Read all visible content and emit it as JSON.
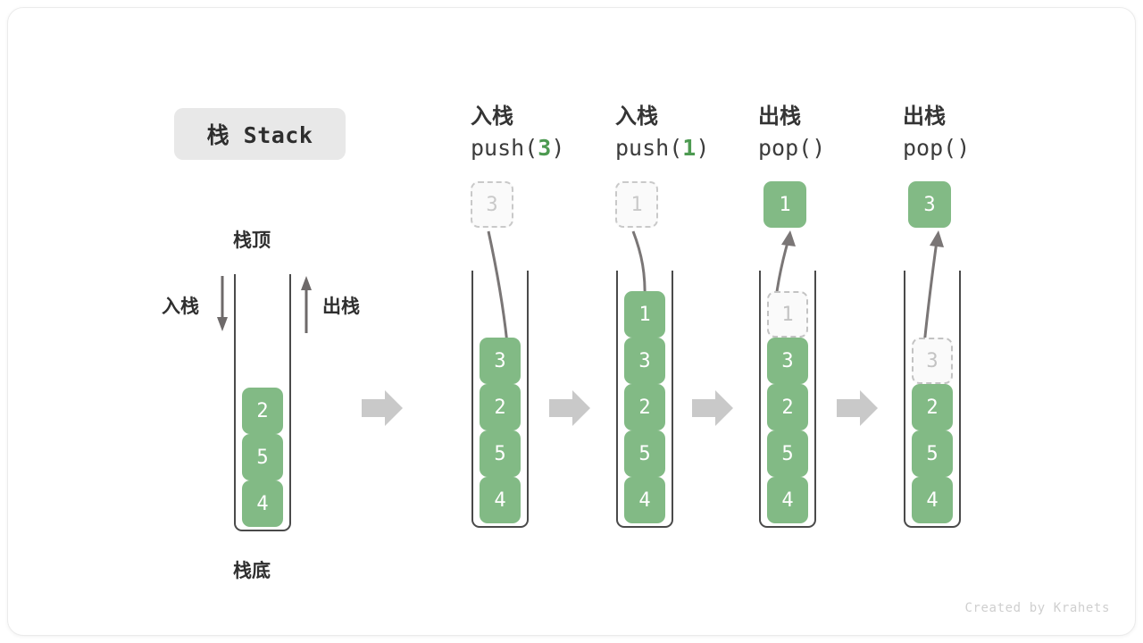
{
  "title": {
    "label": "栈 Stack"
  },
  "labels": {
    "top": "栈顶",
    "bottom": "栈底",
    "push": "入栈",
    "pop": "出栈"
  },
  "colors": {
    "element_green": "#82ba85",
    "ghost_gray": "#c3c3c3",
    "arrow_gray": "#6e6a6a",
    "flow_arrow": "#c9c9c9",
    "badge_bg": "#e8e8e8",
    "accent_code_green": "#4d9a51"
  },
  "footer": {
    "credit": "Created by Krahets"
  },
  "initial_stack": {
    "name": "initial",
    "capacity": 5,
    "slots": [
      "",
      "",
      "2",
      "5",
      "4"
    ],
    "top_label": "栈顶",
    "bottom_label": "栈底",
    "push_label": "入栈",
    "pop_label": "出栈"
  },
  "steps": [
    {
      "id": "push-3",
      "title_zh": "入栈",
      "code_prefix": "push(",
      "code_arg": "3",
      "code_suffix": ")",
      "float": {
        "value": "3",
        "style": "ghost"
      },
      "arrow": "down",
      "slots": [
        {
          "value": "",
          "style": "empty"
        },
        {
          "value": "3",
          "style": "filled"
        },
        {
          "value": "2",
          "style": "filled"
        },
        {
          "value": "5",
          "style": "filled"
        },
        {
          "value": "4",
          "style": "filled"
        }
      ]
    },
    {
      "id": "push-1",
      "title_zh": "入栈",
      "code_prefix": "push(",
      "code_arg": "1",
      "code_suffix": ")",
      "float": {
        "value": "1",
        "style": "ghost"
      },
      "arrow": "down",
      "slots": [
        {
          "value": "1",
          "style": "filled"
        },
        {
          "value": "3",
          "style": "filled"
        },
        {
          "value": "2",
          "style": "filled"
        },
        {
          "value": "5",
          "style": "filled"
        },
        {
          "value": "4",
          "style": "filled"
        }
      ]
    },
    {
      "id": "pop-1",
      "title_zh": "出栈",
      "code_prefix": "pop(",
      "code_arg": "",
      "code_suffix": ")",
      "float": {
        "value": "1",
        "style": "filled"
      },
      "arrow": "up",
      "slots": [
        {
          "value": "1",
          "style": "ghost"
        },
        {
          "value": "3",
          "style": "filled"
        },
        {
          "value": "2",
          "style": "filled"
        },
        {
          "value": "5",
          "style": "filled"
        },
        {
          "value": "4",
          "style": "filled"
        }
      ]
    },
    {
      "id": "pop-3",
      "title_zh": "出栈",
      "code_prefix": "pop(",
      "code_arg": "",
      "code_suffix": ")",
      "float": {
        "value": "3",
        "style": "filled"
      },
      "arrow": "up",
      "slots": [
        {
          "value": "",
          "style": "empty"
        },
        {
          "value": "3",
          "style": "ghost"
        },
        {
          "value": "2",
          "style": "filled"
        },
        {
          "value": "5",
          "style": "filled"
        },
        {
          "value": "4",
          "style": "filled"
        }
      ]
    }
  ]
}
